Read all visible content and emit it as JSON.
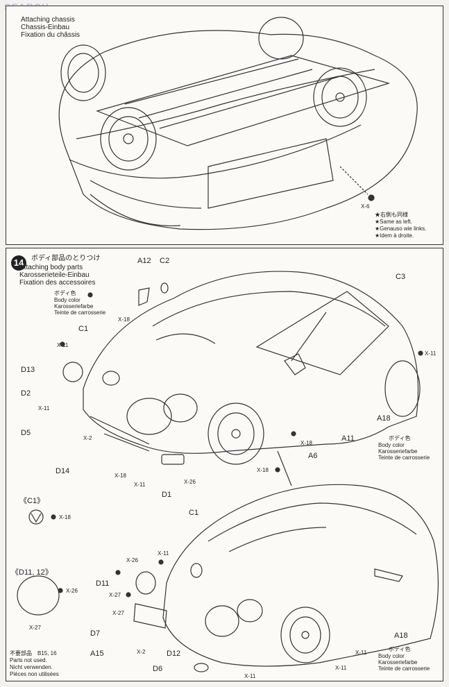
{
  "watermark": "SEARCH",
  "step13": {
    "title_en": "Attaching chassis",
    "title_de": "Chassis-Einbau",
    "title_fr": "Fixation du châssis",
    "screw": "X-6",
    "note_jp": "★右側も同様",
    "note_en": "★Same as left.",
    "note_de": "★Genauso wie links.",
    "note_fr": "★Idem à droite."
  },
  "step14": {
    "number": "14",
    "title_jp": "ボディ部品のとりつけ",
    "title_en": "Attaching body parts",
    "title_de": "Karosserieteile-Einbau",
    "title_fr": "Fixation des accessoires",
    "body_color_jp": "ボディ色",
    "body_color_en": "Body color",
    "body_color_de": "Karosseriefarbe",
    "body_color_fr": "Teinte de carrosserie",
    "parts": {
      "a12": "A12",
      "c2": "C2",
      "c3": "C3",
      "c1a": "C1",
      "d13": "D13",
      "d2": "D2",
      "d5": "D5",
      "d14": "D14",
      "d1": "D1",
      "a18a": "A18",
      "a11": "A11",
      "a6": "A6",
      "c1b": "C1",
      "d11": "D11",
      "d7": "D7",
      "a15": "A15",
      "d12": "D12",
      "d6": "D6",
      "a18b": "A18"
    },
    "screws": {
      "x18": "X-18",
      "x11": "X-11",
      "x2": "X-2",
      "x26": "X-26",
      "x27": "X-27"
    },
    "inset_c1": "《C1》",
    "inset_d11": "《D11, 12》",
    "not_used_jp": "不要部品　B15, 16",
    "not_used_en": "Parts not used.",
    "not_used_de": "Nicht verwenden.",
    "not_used_fr": "Pièces non utilisées"
  }
}
